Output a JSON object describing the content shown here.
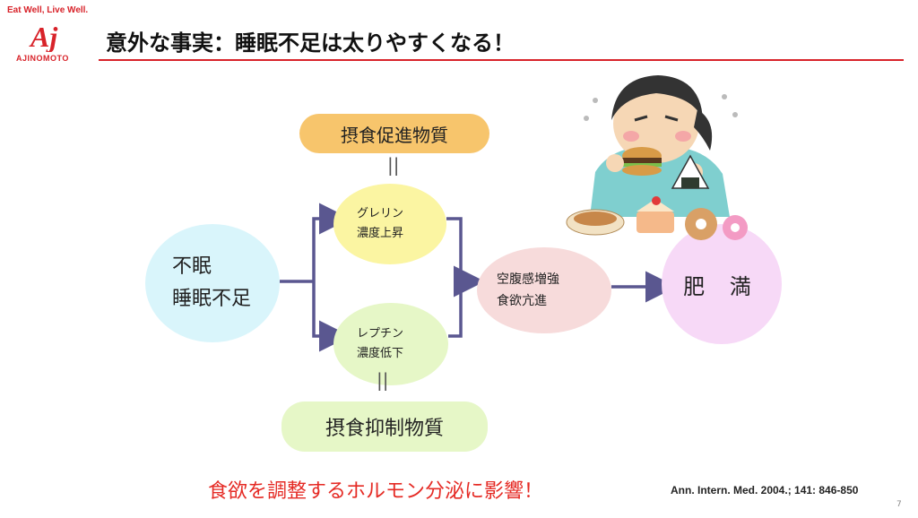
{
  "logo": {
    "tagline": "Eat Well, Live Well.",
    "wordmark": "AJINOMOTO",
    "mark_text": "Aj"
  },
  "slide": {
    "title": "意外な事実：睡眠不足は太りやすくなる！",
    "page_number": "7"
  },
  "diagram": {
    "cause": {
      "line1": "不眠",
      "line2": "睡眠不足"
    },
    "promoter_label": "摂食促進物質",
    "suppressor_label": "摂食抑制物質",
    "ghrelin": {
      "line1": "グレリン",
      "line2": "濃度上昇"
    },
    "leptin": {
      "line1": "レプチン",
      "line2": "濃度低下"
    },
    "hunger": {
      "line1": "空腹感増強",
      "line2": "食欲亢進"
    },
    "result": "肥 満",
    "equals": "||"
  },
  "footer": {
    "note": "食欲を調整するホルモン分泌に影響！",
    "citation": "Ann. Intern. Med. 2004.; 141: 846-850"
  },
  "colors": {
    "brand_red": "#d8232a",
    "arrow": "#5a5790",
    "note_red": "#e52a24"
  }
}
